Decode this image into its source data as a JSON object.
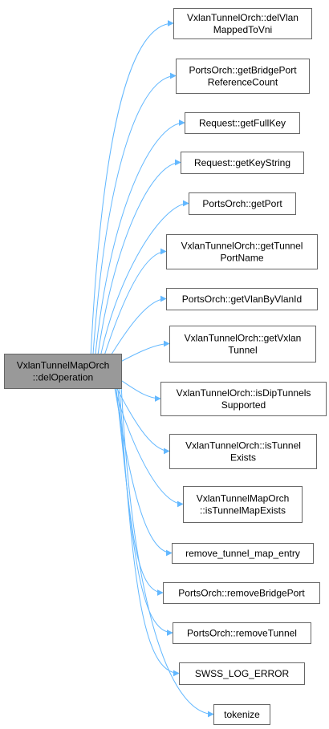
{
  "colors": {
    "background": "#ffffff",
    "source_fill": "#999999",
    "source_border": "#666666",
    "target_fill": "#ffffff",
    "target_border": "#666666",
    "edge": "#63b8ff",
    "text": "#000000"
  },
  "source": {
    "lines": [
      "VxlanTunnelMapOrch",
      "::delOperation"
    ]
  },
  "targets": [
    {
      "id": "delVlanMappedToVni",
      "lines": [
        "VxlanTunnelOrch::delVlan",
        "MappedToVni"
      ]
    },
    {
      "id": "getBridgePortReferenceCount",
      "lines": [
        "PortsOrch::getBridgePort",
        "ReferenceCount"
      ]
    },
    {
      "id": "getFullKey",
      "lines": [
        "Request::getFullKey"
      ]
    },
    {
      "id": "getKeyString",
      "lines": [
        "Request::getKeyString"
      ]
    },
    {
      "id": "getPort",
      "lines": [
        "PortsOrch::getPort"
      ]
    },
    {
      "id": "getTunnelPortName",
      "lines": [
        "VxlanTunnelOrch::getTunnel",
        "PortName"
      ]
    },
    {
      "id": "getVlanByVlanId",
      "lines": [
        "PortsOrch::getVlanByVlanId"
      ]
    },
    {
      "id": "getVxlanTunnel",
      "lines": [
        "VxlanTunnelOrch::getVxlan",
        "Tunnel"
      ]
    },
    {
      "id": "isDipTunnelsSupported",
      "lines": [
        "VxlanTunnelOrch::isDipTunnels",
        "Supported"
      ]
    },
    {
      "id": "isTunnelExists",
      "lines": [
        "VxlanTunnelOrch::isTunnel",
        "Exists"
      ]
    },
    {
      "id": "isTunnelMapExists",
      "lines": [
        "VxlanTunnelMapOrch",
        "::isTunnelMapExists"
      ]
    },
    {
      "id": "remove_tunnel_map_entry",
      "lines": [
        "remove_tunnel_map_entry"
      ]
    },
    {
      "id": "removeBridgePort",
      "lines": [
        "PortsOrch::removeBridgePort"
      ]
    },
    {
      "id": "removeTunnel",
      "lines": [
        "PortsOrch::removeTunnel"
      ]
    },
    {
      "id": "SWSS_LOG_ERROR",
      "lines": [
        "SWSS_LOG_ERROR"
      ]
    },
    {
      "id": "tokenize",
      "lines": [
        "tokenize"
      ]
    }
  ]
}
